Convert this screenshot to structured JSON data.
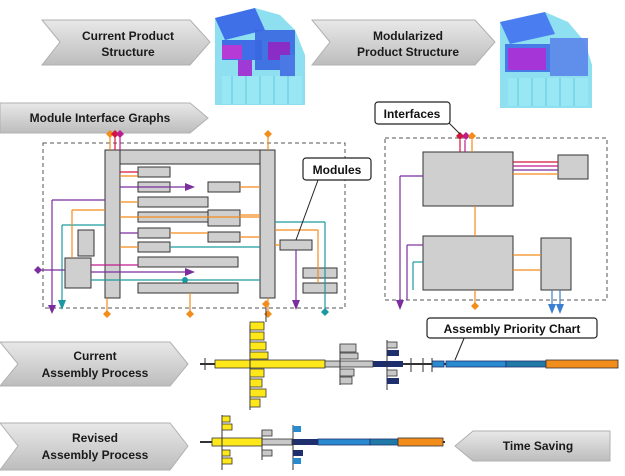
{
  "labels": {
    "current_product_line1": "Current Product",
    "current_product_line2": "Structure",
    "modularized_line1": "Modularized",
    "modularized_line2": "Product Structure",
    "module_interface_graphs": "Module Interface Graphs",
    "interfaces": "Interfaces",
    "modules": "Modules",
    "assembly_priority_chart": "Assembly Priority Chart",
    "current_assembly_line1": "Current",
    "current_assembly_line2": "Assembly Process",
    "revised_assembly_line1": "Revised",
    "revised_assembly_line2": "Assembly Process",
    "time_saving": "Time Saving"
  },
  "colors": {
    "chevron_fill": "#d4d4d4",
    "box_fill": "#cfcfcf",
    "purple": "#7b2f9e",
    "orange": "#f28c1a",
    "teal": "#1a9aa0",
    "red": "#d4143c",
    "magenta": "#c01b8c",
    "blue": "#3a7fd0",
    "yellow": "#ffe81a",
    "dark_blue": "#1f2f6e",
    "model_blue": "#3d6fe0",
    "model_cyan": "#7fe8f0",
    "model_purple": "#a030d0"
  }
}
